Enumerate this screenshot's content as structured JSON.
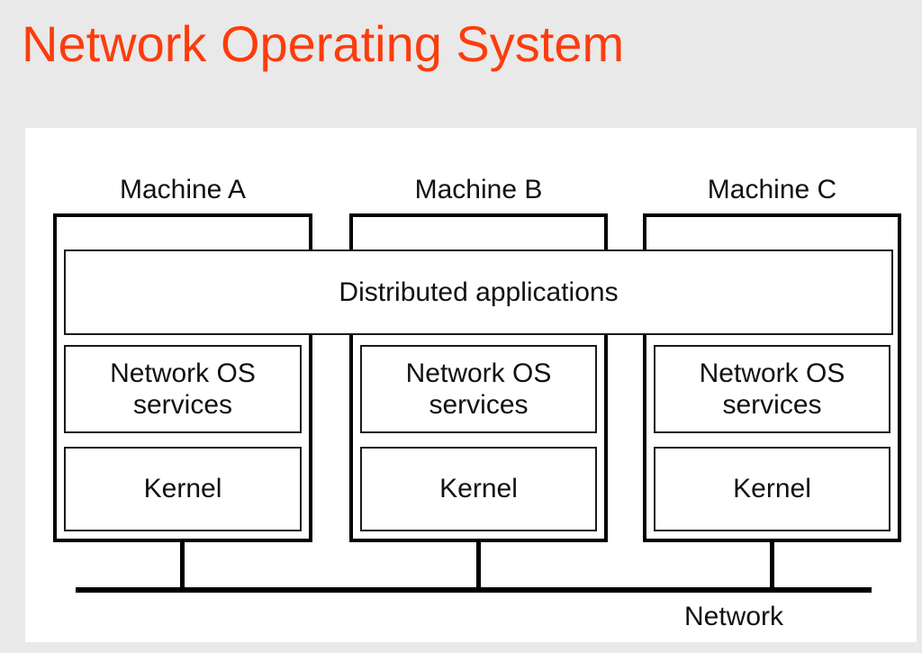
{
  "title": "Network Operating System",
  "colors": {
    "title_accent": "#fc3c0d",
    "page_background": "#e9e9e9",
    "panel_background": "#ffffff",
    "line_color": "#000000"
  },
  "diagram": {
    "machines": [
      {
        "name": "Machine A",
        "services": "Network OS services",
        "kernel": "Kernel"
      },
      {
        "name": "Machine B",
        "services": "Network OS services",
        "kernel": "Kernel"
      },
      {
        "name": "Machine C",
        "services": "Network OS services",
        "kernel": "Kernel"
      }
    ],
    "distributed_label": "Distributed applications",
    "network_label": "Network"
  }
}
